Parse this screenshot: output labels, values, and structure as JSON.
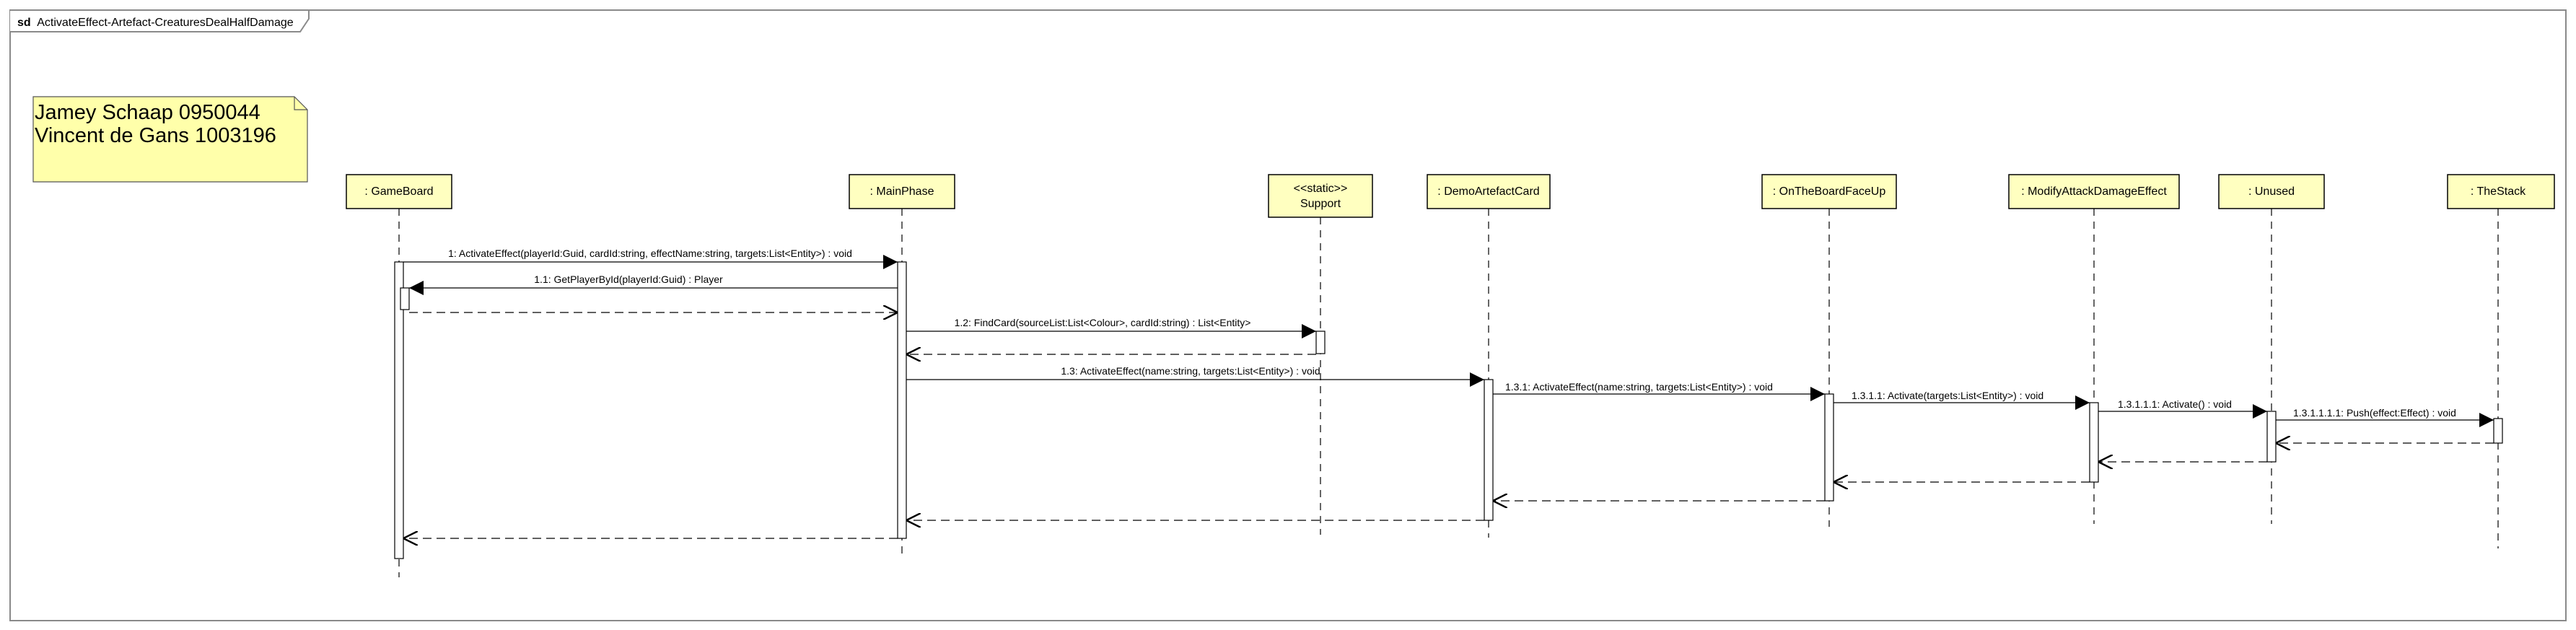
{
  "diagram": {
    "frame_prefix": "sd",
    "frame_title": "ActivateEffect-Artefact-CreaturesDealHalfDamage",
    "note_lines": [
      "Jamey Schaap 0950044",
      "Vincent de Gans 1003196"
    ],
    "colors": {
      "box_fill": "#ffffc0",
      "note_fill": "#ffffaa",
      "line": "#000000",
      "frame_border": "#8a8a8a"
    },
    "lifelines": [
      {
        "id": "gameboard",
        "lines": [
          ": GameBoard"
        ]
      },
      {
        "id": "mainphase",
        "lines": [
          ": MainPhase"
        ]
      },
      {
        "id": "support",
        "lines": [
          "<<static>>",
          "Support"
        ]
      },
      {
        "id": "demoartefactcard",
        "lines": [
          ": DemoArtefactCard"
        ]
      },
      {
        "id": "ontheboardfaceup",
        "lines": [
          ": OnTheBoardFaceUp"
        ]
      },
      {
        "id": "modifyattackdamageeffect",
        "lines": [
          ": ModifyAttackDamageEffect"
        ]
      },
      {
        "id": "unused",
        "lines": [
          ": Unused"
        ]
      },
      {
        "id": "thestack",
        "lines": [
          ": TheStack"
        ]
      }
    ],
    "messages": [
      {
        "id": "msg-1",
        "kind": "call",
        "label": "1: ActivateEffect(playerId:Guid, cardId:string, effectName:string, targets:List<Entity>) : void"
      },
      {
        "id": "msg-1-1",
        "kind": "call",
        "label": "1.1: GetPlayerById(playerId:Guid) : Player"
      },
      {
        "id": "ret-1-1",
        "kind": "return",
        "label": ""
      },
      {
        "id": "msg-1-2",
        "kind": "call",
        "label": "1.2: FindCard(sourceList:List<Colour>, cardId:string) : List<Entity>"
      },
      {
        "id": "ret-1-2",
        "kind": "return",
        "label": ""
      },
      {
        "id": "msg-1-3",
        "kind": "call",
        "label": "1.3: ActivateEffect(name:string, targets:List<Entity>) : void"
      },
      {
        "id": "msg-1-3-1",
        "kind": "call",
        "label": "1.3.1: ActivateEffect(name:string, targets:List<Entity>) : void"
      },
      {
        "id": "msg-1-3-1-1",
        "kind": "call",
        "label": "1.3.1.1: Activate(targets:List<Entity>) : void"
      },
      {
        "id": "msg-1-3-1-1-1",
        "kind": "call",
        "label": "1.3.1.1.1: Activate() : void"
      },
      {
        "id": "msg-1-3-1-1-1-1",
        "kind": "call",
        "label": "1.3.1.1.1.1: Push(effect:Effect) : void"
      },
      {
        "id": "ret-push",
        "kind": "return",
        "label": ""
      },
      {
        "id": "ret-activate",
        "kind": "return",
        "label": ""
      },
      {
        "id": "ret-activate-targets",
        "kind": "return",
        "label": ""
      },
      {
        "id": "ret-1-3-1",
        "kind": "return",
        "label": ""
      },
      {
        "id": "ret-1-3",
        "kind": "return",
        "label": ""
      },
      {
        "id": "ret-1",
        "kind": "return",
        "label": ""
      }
    ]
  }
}
